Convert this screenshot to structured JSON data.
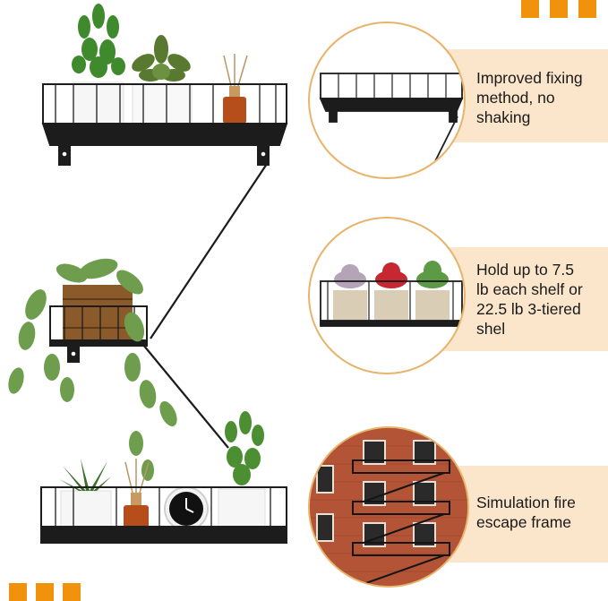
{
  "theme": {
    "accent": "#f0920c",
    "band": "#fbe6cc",
    "ring": "#e8b36a",
    "metal": "#1c1c1c"
  },
  "features": [
    {
      "id": "fixing",
      "lines": [
        "Improved fixing",
        "method, no",
        "shaking"
      ]
    },
    {
      "id": "capacity",
      "lines": [
        "Hold up to 7.5",
        "lb each shelf or",
        "22.5 lb 3-tiered",
        "shel"
      ]
    },
    {
      "id": "frame",
      "lines": [
        "Simulation fire",
        "escape frame"
      ]
    }
  ]
}
